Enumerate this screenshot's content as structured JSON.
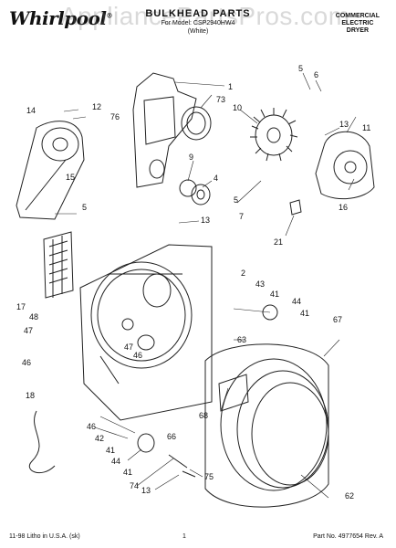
{
  "header": {
    "brand": "Whirlpool",
    "watermark": "AppliancePartsPros.com",
    "title": "BULKHEAD PARTS",
    "subtitle": "For Model: CSP2940HW4",
    "color": "(White)",
    "category": [
      "COMMERCIAL",
      "ELECTRIC",
      "DRYER"
    ]
  },
  "callouts": {
    "c1": "1",
    "c73": "73",
    "c12": "12",
    "c76": "76",
    "c14": "14",
    "c15": "15",
    "c9": "9",
    "c4": "4",
    "c10": "10",
    "c5a": "5",
    "c6": "6",
    "c13a": "13",
    "c11": "11",
    "c5b": "5",
    "c5c": "5",
    "c7": "7",
    "c16": "16",
    "c21": "21",
    "c13b": "13",
    "c17": "17",
    "c48": "48",
    "c47a": "47",
    "c46a": "46",
    "c2": "2",
    "c43": "43",
    "c41a": "41",
    "c44a": "44",
    "c41b": "41",
    "c67": "67",
    "c63": "63",
    "c47b": "47",
    "c46b": "46",
    "c18": "18",
    "c68": "68",
    "c46c": "46",
    "c42": "42",
    "c41c": "41",
    "c66": "66",
    "c44b": "44",
    "c41d": "41",
    "c74": "74",
    "c75": "75",
    "c13c": "13",
    "c62": "62"
  },
  "footer": {
    "print_note": "11-98 Litho in U.S.A. (sk)",
    "page": "1",
    "part_no": "Part No. 4977654 Rev. A"
  }
}
